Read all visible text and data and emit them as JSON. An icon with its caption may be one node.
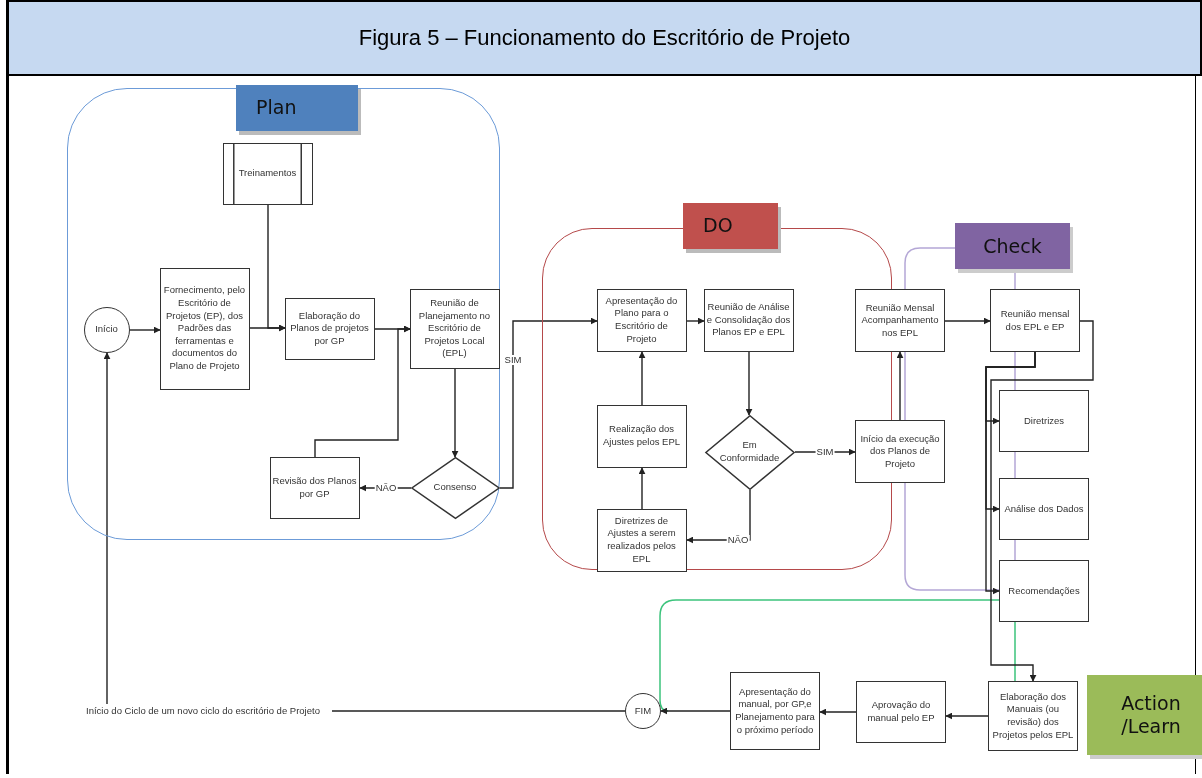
{
  "diagram": {
    "title": "Figura 5 – Funcionamento do Escritório de Projeto",
    "nodes": [
      {
        "text": [
          "Plan"
        ]
      },
      {
        "text": [
          "Treinamentos"
        ],
        "in": 0
      },
      {
        "text": [
          "Início"
        ],
        "in": 0
      },
      {
        "text": [
          "Fornecimento, pelo Escritório de Projetos (EP), dos Padrões das ferramentas e documentos do Plano de Projeto"
        ],
        "in": 0
      },
      {
        "text": [
          "Elaboração do Planos de projetos por GP"
        ],
        "in": 0
      },
      {
        "text": [
          "Reunião de Planejamento no Escritório de Projetos Local (EPL)"
        ],
        "in": 0
      },
      {
        "text": [
          "Revisão dos Planos por GP"
        ],
        "in": 0
      },
      {
        "text": [
          "Consenso"
        ],
        "in": 0
      },
      {
        "text": [
          "DO"
        ]
      },
      {
        "text": [
          "Apresentação do Plano para o Escritório de Projeto"
        ],
        "in": 8
      },
      {
        "text": [
          "Reunião de Análise e Consolidação dos Planos EP e EPL"
        ],
        "in": 8
      },
      {
        "text": [
          "Realização dos Ajustes pelos EPL"
        ],
        "in": 8
      },
      {
        "text": [
          "Em Conformidade"
        ],
        "in": 8
      },
      {
        "text": [
          "Diretrizes de Ajustes a serem realizados pelos EPL"
        ],
        "in": 8
      },
      {
        "text": [
          "Check"
        ]
      },
      {
        "text": [
          "Reunião Mensal Acompanhamento nos EPL"
        ]
      },
      {
        "text": [
          "Reunião mensal dos EPL e EP"
        ]
      },
      {
        "text": [
          "Início da execução dos Planos de Projeto"
        ]
      },
      {
        "text": [
          "Diretrizes"
        ]
      },
      {
        "text": [
          "Análise dos Dados"
        ]
      },
      {
        "text": [
          "Recomendações"
        ]
      },
      {
        "text": [
          "Action /Learn"
        ]
      },
      {
        "text": [
          "Elaboração dos Manuais (ou revisão) dos Projetos pelos EPL"
        ]
      },
      {
        "text": [
          "Aprovação do manual pelo EP"
        ]
      },
      {
        "text": [
          "Apresentação do manual, por GP,e Planejamento para o próximo período"
        ]
      },
      {
        "text": [
          "FIM"
        ]
      },
      {
        "text": [
          "Início do Ciclo de um novo ciclo do escritório de Projeto"
        ]
      }
    ],
    "edges": [
      {
        "from": 2,
        "to": 3,
        "arrow": "to"
      },
      {
        "from": 3,
        "to": 4,
        "arrow": "to"
      },
      {
        "from": 1,
        "to": 4,
        "arrow": "to"
      },
      {
        "from": 4,
        "to": 5,
        "arrow": "to"
      },
      {
        "from": 5,
        "to": 7,
        "arrow": "to"
      },
      {
        "from": 7,
        "to": 6,
        "arrow": "to",
        "label": "NÃO"
      },
      {
        "from": 6,
        "to": 5,
        "arrow": "to"
      },
      {
        "from": 7,
        "to": 9,
        "arrow": "to",
        "label": "SIM"
      },
      {
        "from": 9,
        "to": 10,
        "arrow": "to"
      },
      {
        "from": 10,
        "to": 12,
        "arrow": "to"
      },
      {
        "from": 12,
        "to": 17,
        "arrow": "to",
        "label": "SIM"
      },
      {
        "from": 12,
        "to": 13,
        "arrow": "to",
        "label": "NÃO"
      },
      {
        "from": 13,
        "to": 11,
        "arrow": "to"
      },
      {
        "from": 11,
        "to": 9,
        "arrow": "to"
      },
      {
        "from": 17,
        "to": 15,
        "arrow": "to"
      },
      {
        "from": 15,
        "to": 16,
        "arrow": "to"
      },
      {
        "from": 16,
        "to": 18,
        "arrow": "to"
      },
      {
        "from": 16,
        "to": 19,
        "arrow": "to"
      },
      {
        "from": 16,
        "to": 20,
        "arrow": "to"
      },
      {
        "from": 16,
        "to": 22,
        "arrow": "to"
      },
      {
        "from": 22,
        "to": 23,
        "arrow": "to"
      },
      {
        "from": 23,
        "to": 24,
        "arrow": "to"
      },
      {
        "from": 24,
        "to": 25,
        "arrow": "to"
      },
      {
        "from": 25,
        "to": 26,
        "arrow": "none"
      },
      {
        "from": 26,
        "to": 2,
        "arrow": "to"
      }
    ]
  }
}
